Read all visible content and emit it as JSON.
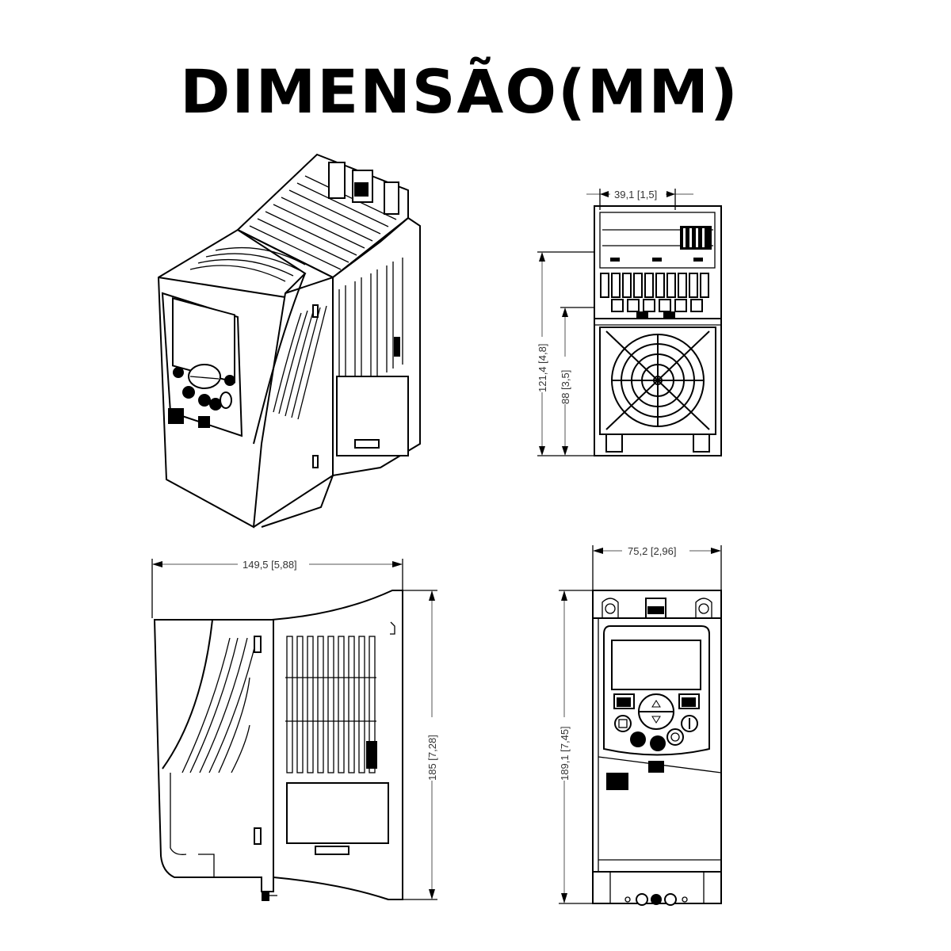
{
  "title": "DIMENSÃO(MM)",
  "views": {
    "isometric": {
      "label": "isometric-view"
    },
    "top": {
      "width_dim": "39,1 [1,5]",
      "height_dim_outer": "121,4 [4,8]",
      "height_dim_inner": "88 [3,5]"
    },
    "side": {
      "depth_dim": "149,5 [5,88]",
      "height_dim": "185 [7,28]"
    },
    "front": {
      "width_dim": "75,2 [2,96]",
      "height_dim": "189,1 [7,45]"
    }
  },
  "colors": {
    "line": "#000000",
    "dim_text": "#333333",
    "background": "#ffffff"
  }
}
